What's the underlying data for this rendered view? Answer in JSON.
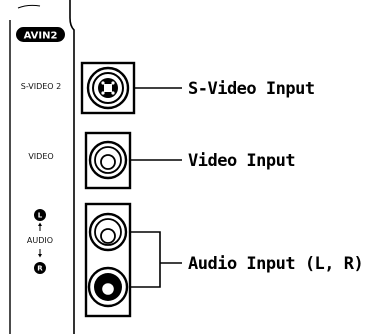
{
  "panel": {
    "badge": "AVIN2",
    "labels": {
      "svideo": "S-VIDEO 2",
      "video": "VIDEO",
      "audio": "AUDIO",
      "left_channel": "L",
      "right_channel": "R"
    }
  },
  "callouts": {
    "svideo": "S-Video Input",
    "video": "Video Input",
    "audio": "Audio Input (L, R)"
  },
  "icons": {
    "svideo_jack": "svideo-jack-icon",
    "video_jack": "rca-jack-icon",
    "audio_left_jack": "rca-jack-icon",
    "audio_right_jack": "rca-jack-icon"
  },
  "colors": {
    "ink": "#000000",
    "background": "#ffffff"
  }
}
